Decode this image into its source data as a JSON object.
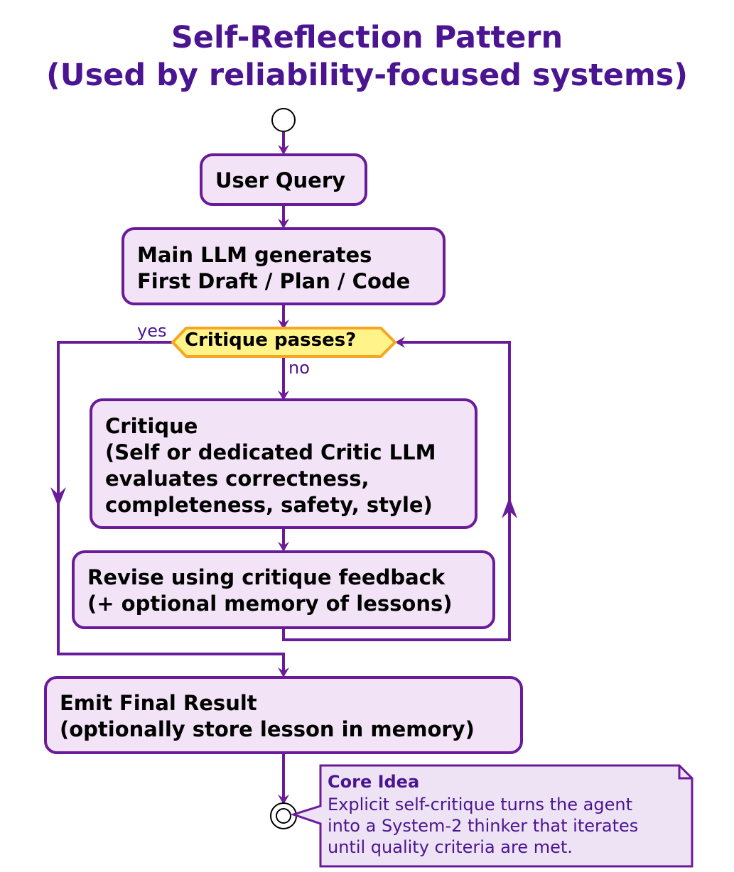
{
  "title": {
    "line1": "Self-Reflection Pattern",
    "line2": "(Used by reliability-focused systems)"
  },
  "nodes": {
    "user_query": "User Query",
    "first_draft": "Main LLM generates\nFirst Draft / Plan / Code",
    "decision": "Critique passes?",
    "critique": "Critique\n(Self or dedicated Critic LLM\nevaluates correctness,\ncompleteness, safety, style)",
    "revise": "Revise using critique feedback\n(+ optional memory of lessons)",
    "emit": "Emit Final Result\n(optionally store lesson in memory)"
  },
  "edges": {
    "yes_label": "yes",
    "no_label": "no"
  },
  "note": {
    "title": "Core Idea",
    "body": "Explicit self-critique turns the agent\ninto a System-2 thinker that iterates\nuntil quality criteria are met."
  },
  "colors": {
    "title": "#4b1591",
    "node_fill": "#f2e4f6",
    "node_border": "#6a1b9a",
    "decision_fill": "#fff38a",
    "decision_border": "#f5a623",
    "note_fill": "#ede3f5"
  }
}
